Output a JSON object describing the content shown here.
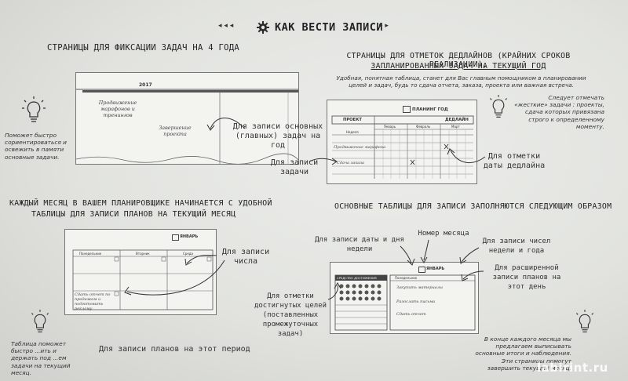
{
  "header": {
    "title": "КАК ВЕСТИ ЗАПИСИ",
    "left_arrows": "◂ ◂ ◂",
    "right_arrows": "▸ ▸"
  },
  "section1": {
    "heading": "СТРАНИЦЫ ДЛЯ ФИКСАЦИИ ЗАДАЧ НА 4 ГОДА",
    "year": "2017",
    "hand1": "Продвижение марафонов и тренингов",
    "hand2": "Завершение проекта",
    "callout": "Для записи основных (главных) задач на год",
    "hint": "Поможет быстро сориентироваться и освежить в памяти основные задачи."
  },
  "section2": {
    "heading_line1": "СТРАНИЦЫ ДЛЯ ОТМЕТОК ДЕДЛАЙНОВ (КРАЙНИХ СРОКОВ РЕАЛИЗАЦИИ),",
    "heading_line2": "ЗАПЛАНИРОВАННЫХ ЗАДАЧ НА ТЕКУЩИЙ ГОД",
    "intro": "Удобная, понятная таблица, станет для Вас главным помощником в планировании целей и задач, будь то сдача отчета, заказа, проекта или важная встреча.",
    "hint": "Следует отмечать «жесткие» задачи : проекты, сдача которых привязана строго к определенному моменту.",
    "table_title": "ПЛАНИНГ ГОД",
    "col_project": "ПРОЕКТ",
    "col_deadline": "ДЕДЛАЙН",
    "months": [
      "Январь",
      "Февраль",
      "Март"
    ],
    "week_label": "Неделя",
    "row1": "Продвижение марафона",
    "row2": "Сдача заказа",
    "callout_left": "Для записи задачи",
    "callout_right": "Для отметки даты дедлайна"
  },
  "section3": {
    "heading_line1": "КАЖДЫЙ МЕСЯЦ В ВАШЕМ ПЛАНИРОВЩИКЕ НАЧИНАЕТСЯ С УДОБНОЙ",
    "heading_line2": "ТАБЛИЦЫ ДЛЯ ЗАПИСИ ПЛАНОВ НА ТЕКУЩИЙ МЕСЯЦ",
    "month": "ЯНВАРЬ",
    "days": [
      "Понедельник",
      "Вторник",
      "Среда"
    ],
    "hand": "Сдать отчет по продажам и подготовить рекламу",
    "callout_date": "Для записи числа",
    "callout_plans": "Для записи планов на этот период",
    "hint": "Таблица поможет быстро ...ить и держать под ...ем задачи на текущий месяц."
  },
  "section4": {
    "heading": "ОСНОВНЫЕ ТАБЛИЦЫ ДЛЯ ЗАПИСИ ЗАПОЛНЯЮТСЯ СЛЕДУЮЩИМ ОБРАЗОМ",
    "callout_date_day": "Для записи даты и дня недели",
    "callout_month_num": "Номер месяца",
    "callout_week_year": "Для записи чисел недели и года",
    "callout_goals": "Для отметки достигнутых целей (поставленных промежуточных задач)",
    "callout_daily": "Для расширенной записи планов на этот день",
    "month": "ЯНВАРЬ",
    "left_header": "СРЕДСТВО ДОСТИЖЕНИЯ",
    "right_header": "Понедельник",
    "hand1": "Закупить материалы",
    "hand2": "Разослать письма",
    "hand3": "Сдать отчет",
    "hint": "В конце каждого месяца мы предлагаем выписывать основные итоги и наблюдения. Эти страницы помогут завершить текущий месяц."
  },
  "watermark": "labirint.ru",
  "colors": {
    "paper": "#f3f3f0",
    "ink": "#2b2b2b",
    "background": "#e2e3df"
  }
}
